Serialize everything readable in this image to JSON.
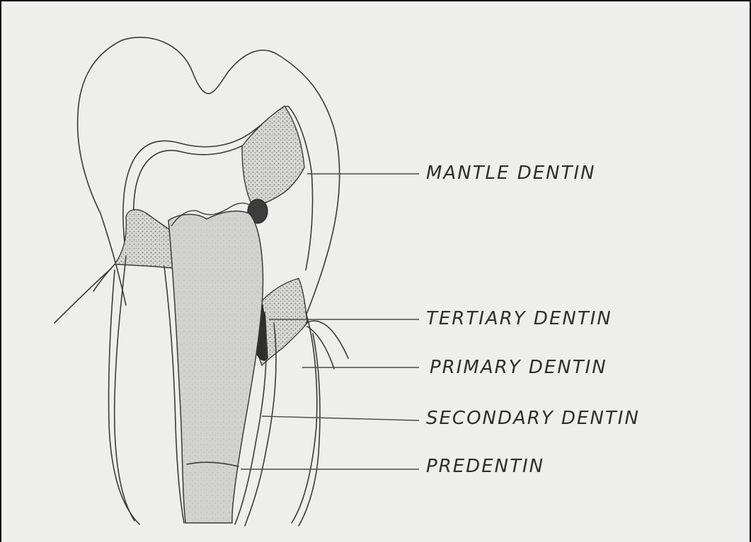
{
  "labels": {
    "mantle": "MANTLE DENTIN",
    "tertiary": "TERTIARY DENTIN",
    "primary": "PRIMARY DENTIN",
    "secondary": "SECONDARY DENTIN",
    "predentin": "PREDENTIN"
  },
  "colors": {
    "pencil": "#3a3a3a",
    "paper": "#eeeeec",
    "pulp": "#c9c9c6",
    "stipple": "#9c9c98",
    "dark": "#2a2a2a"
  }
}
